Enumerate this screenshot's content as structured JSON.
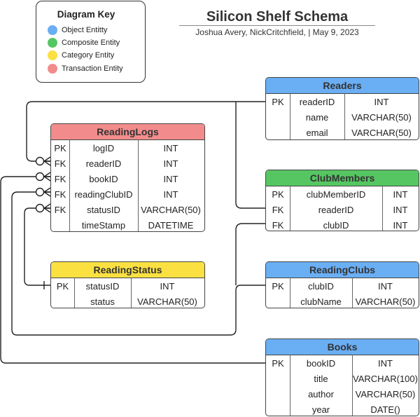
{
  "title": "Silicon Shelf Schema",
  "subtitle": "Joshua Avery, NickCritchfield,   |  May 9, 2023",
  "legend": {
    "title": "Diagram Key",
    "items": [
      {
        "label": "Object Entitty",
        "color": "#6aaef4"
      },
      {
        "label": "Composite Entity",
        "color": "#55c662"
      },
      {
        "label": "Category Entity",
        "color": "#fbe041"
      },
      {
        "label": "Transaction Entity",
        "color": "#f28c8c"
      }
    ]
  },
  "entities": {
    "readers": {
      "name": "Readers",
      "color": "#6aaef4",
      "rows": [
        {
          "key": "PK",
          "field": "readerID",
          "type": "INT"
        },
        {
          "key": "",
          "field": "name",
          "type": "VARCHAR(50)"
        },
        {
          "key": "",
          "field": "email",
          "type": "VARCHAR(50)"
        }
      ]
    },
    "readinglogs": {
      "name": "ReadingLogs",
      "color": "#f28c8c",
      "rows": [
        {
          "key": "PK",
          "field": "logID",
          "type": "INT"
        },
        {
          "key": "FK",
          "field": "readerID",
          "type": "INT"
        },
        {
          "key": "FK",
          "field": "bookID",
          "type": "INT"
        },
        {
          "key": "FK",
          "field": "readingClubID",
          "type": "INT"
        },
        {
          "key": "FK",
          "field": "statusID",
          "type": "VARCHAR(50)"
        },
        {
          "key": "",
          "field": "timeStamp",
          "type": "DATETIME"
        }
      ]
    },
    "clubmembers": {
      "name": "ClubMembers",
      "color": "#55c662",
      "rows": [
        {
          "key": "PK",
          "field": "clubMemberID",
          "type": "INT"
        },
        {
          "key": "FK",
          "field": "readerID",
          "type": "INT"
        },
        {
          "key": "FK",
          "field": "clubID",
          "type": "INT"
        }
      ]
    },
    "readingstatus": {
      "name": "ReadingStatus",
      "color": "#fbe041",
      "rows": [
        {
          "key": "PK",
          "field": "statusID",
          "type": "INT"
        },
        {
          "key": "",
          "field": "status",
          "type": "VARCHAR(50)"
        }
      ]
    },
    "readingclubs": {
      "name": "ReadingClubs",
      "color": "#6aaef4",
      "rows": [
        {
          "key": "PK",
          "field": "clubID",
          "type": "INT"
        },
        {
          "key": "",
          "field": "clubName",
          "type": "VARCHAR(50)"
        }
      ]
    },
    "books": {
      "name": "Books",
      "color": "#6aaef4",
      "rows": [
        {
          "key": "PK",
          "field": "bookID",
          "type": "INT"
        },
        {
          "key": "",
          "field": "title",
          "type": "VARCHAR(100)"
        },
        {
          "key": "",
          "field": "author",
          "type": "VARCHAR(50)"
        },
        {
          "key": "",
          "field": "year",
          "type": "DATE()"
        }
      ]
    }
  }
}
